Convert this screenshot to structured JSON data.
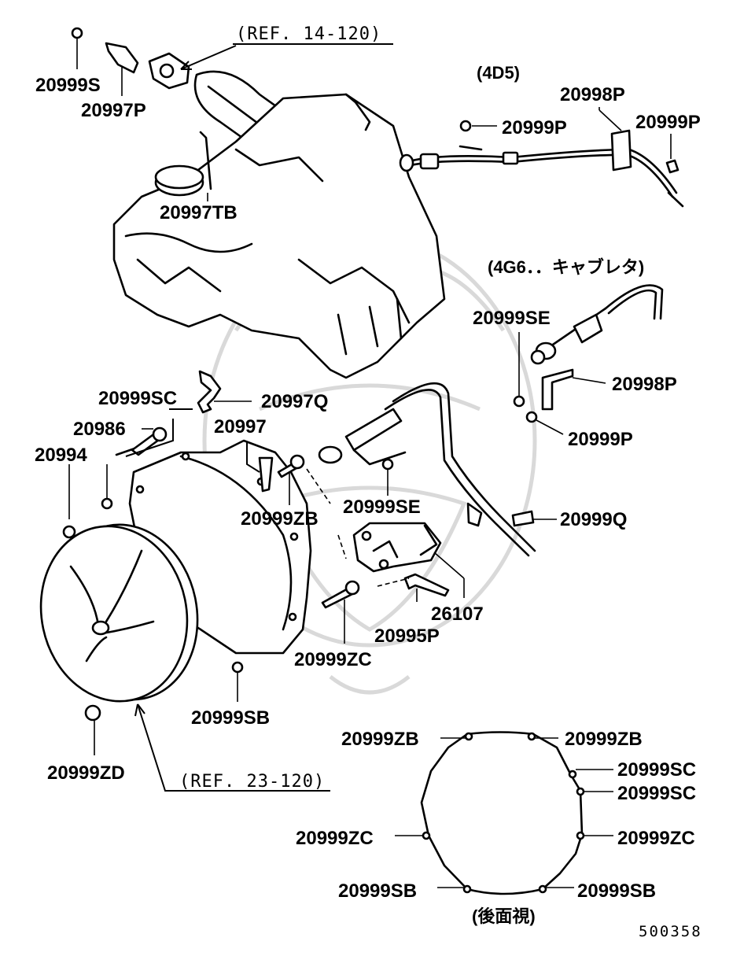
{
  "labels": {
    "ref_14_120": "(REF. 14-120)",
    "ref_23_120": "(REF. 23-120)",
    "sec_4d5": "(4D5)",
    "sec_4g6": "(4G6．．キャブレタ)",
    "rear_view": "(後面視)",
    "diagram_code": "500358",
    "p20999S": "20999S",
    "p20997P": "20997P",
    "p20997TB": "20997TB",
    "p20998P_top": "20998P",
    "p20999P_top_left": "20999P",
    "p20999P_top_right": "20999P",
    "p20999SE_right": "20999SE",
    "p20998P_right": "20998P",
    "p20999P_right": "20999P",
    "p20999SC": "20999SC",
    "p20997Q": "20997Q",
    "p20986": "20986",
    "p20997": "20997",
    "p20994": "20994",
    "p20999ZB": "20999ZB",
    "p20999SE_mid": "20999SE",
    "p20999Q": "20999Q",
    "p26107": "26107",
    "p20995P": "20995P",
    "p20999ZC": "20999ZC",
    "p20999SB": "20999SB",
    "p20999ZD": "20999ZD",
    "rv_20999ZB_left": "20999ZB",
    "rv_20999ZB_right": "20999ZB",
    "rv_20999SC_1": "20999SC",
    "rv_20999SC_2": "20999SC",
    "rv_20999ZC_left": "20999ZC",
    "rv_20999ZC_right": "20999ZC",
    "rv_20999SB_left": "20999SB",
    "rv_20999SB_right": "20999SB"
  }
}
